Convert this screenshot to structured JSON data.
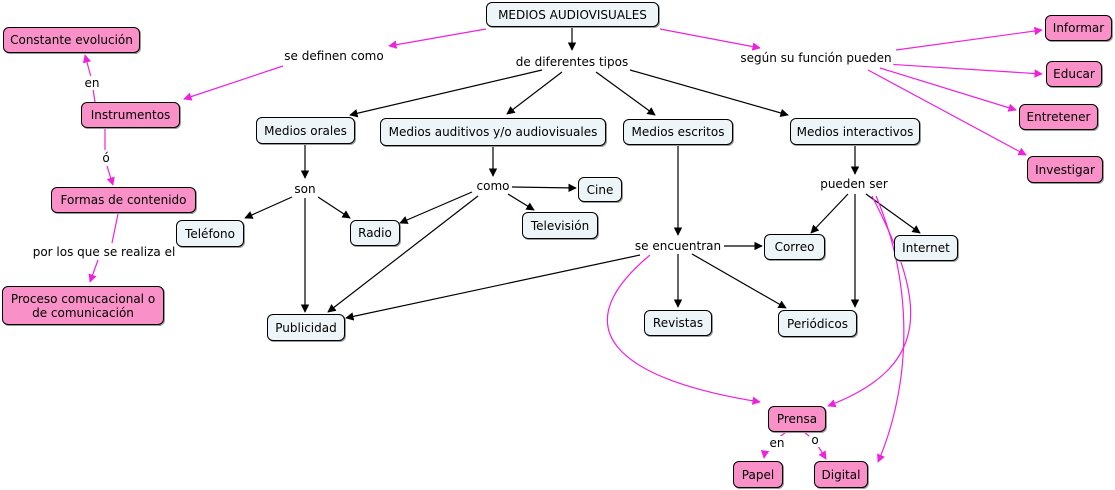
{
  "colors": {
    "node_plain": "#eef5f8",
    "node_pink": "#f991c8",
    "link_black": "#000000",
    "link_pink": "#ee22dd"
  },
  "nodes": {
    "medios_audiovisuales": "MEDIOS AUDIOVISUALES",
    "constante_evolucion": "Constante evolución",
    "instrumentos": "Instrumentos",
    "formas_de_contenido": "Formas de contenido",
    "proceso_comunicacional": "Proceso comucacional o de comunicación",
    "medios_orales": "Medios orales",
    "medios_auditivos": "Medios auditivos y/o audiovisuales",
    "medios_escritos": "Medios escritos",
    "medios_interactivos": "Medios interactivos",
    "telefono": "Teléfono",
    "radio": "Radio",
    "cine": "Cine",
    "television": "Televisión",
    "publicidad": "Publicidad",
    "correo": "Correo",
    "internet": "Internet",
    "revistas": "Revistas",
    "periodicos": "Periódicos",
    "prensa": "Prensa",
    "papel": "Papel",
    "digital": "Digital",
    "informar": "Informar",
    "educar": "Educar",
    "entretener": "Entretener",
    "investigar": "Investigar"
  },
  "labels": {
    "se_definen_como": "se definen como",
    "de_diferentes_tipos": "de diferentes tipos",
    "segun_su_funcion": "según su función pueden",
    "en_1": "en",
    "o_1": "ó",
    "por_los_que": "por los que se realiza el",
    "son": "son",
    "como": "como",
    "se_encuentran": "se encuentran",
    "pueden_ser": "pueden ser",
    "en_2": "en",
    "o_2": "o"
  }
}
